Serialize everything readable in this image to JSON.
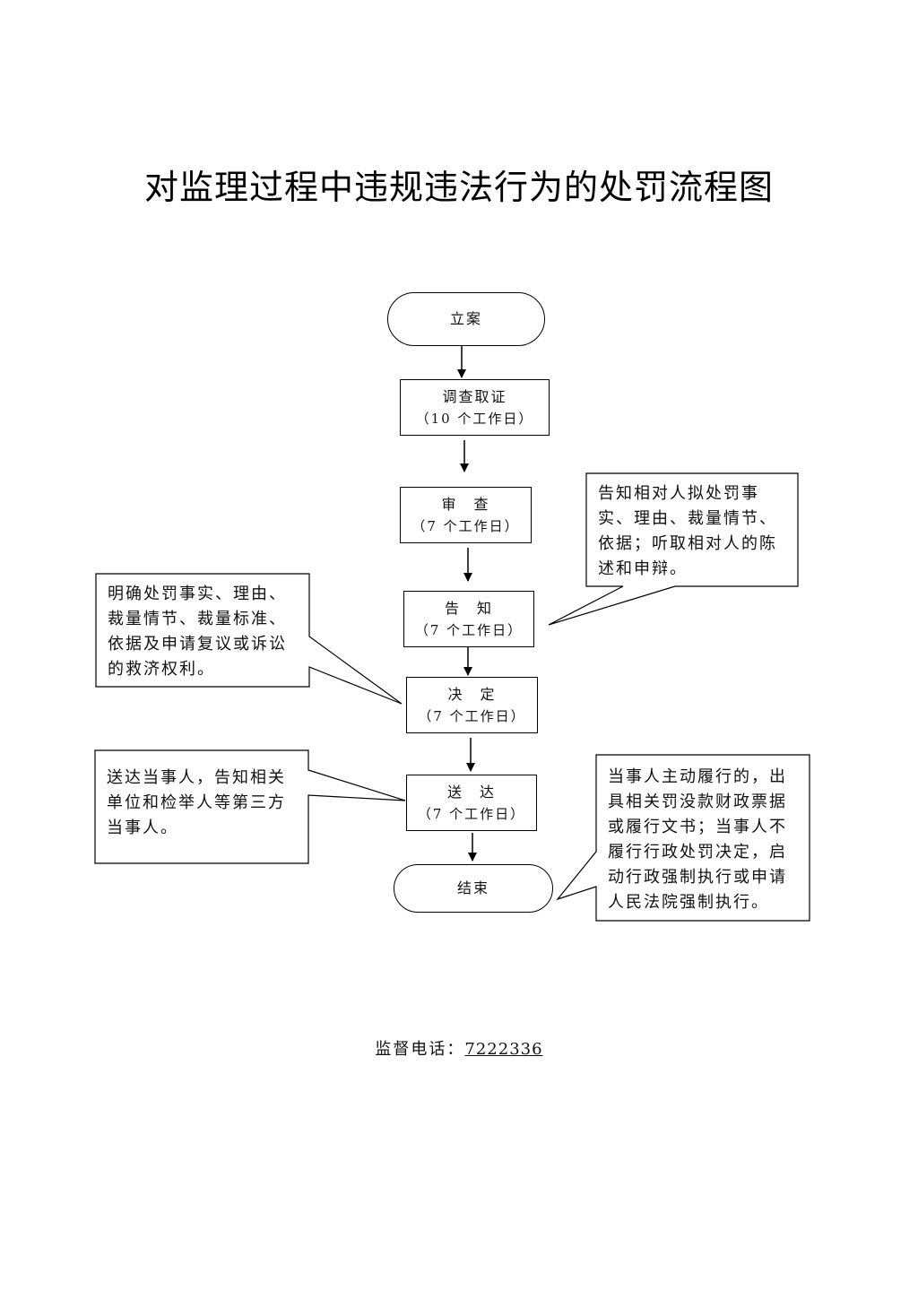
{
  "title": "对监理过程中违规违法行为的处罚流程图",
  "nodes": {
    "start": {
      "label": "立案"
    },
    "investigate": {
      "label": "调查取证",
      "duration": "（10 个工作日）"
    },
    "review": {
      "label": "审　查",
      "duration": "（7 个工作日）"
    },
    "notify": {
      "label": "告　知",
      "duration": "（7 个工作日）"
    },
    "decide": {
      "label": "决　定",
      "duration": "（7 个工作日）"
    },
    "deliver": {
      "label": "送　达",
      "duration": "（7 个工作日）"
    },
    "end": {
      "label": "结束"
    }
  },
  "callouts": {
    "notify_note": {
      "lines": [
        "告知相对人拟处罚事",
        "实、理由、裁量情节、",
        "依据；听取相对人的陈",
        "述和申辩。"
      ]
    },
    "decide_note": {
      "lines": [
        "明确处罚事实、理由、",
        "裁量情节、裁量标准、",
        "依据及申请复议或诉讼",
        "的救济权利。"
      ]
    },
    "deliver_note": {
      "lines": [
        "送达当事人，告知相关",
        "单位和检举人等第三方",
        "当事人。"
      ]
    },
    "end_note": {
      "lines": [
        "当事人主动履行的，出",
        "具相关罚没款财政票据",
        "或履行文书；当事人不",
        "履行行政处罚决定，启",
        "动行政强制执行或申请",
        "人民法院强制执行。"
      ]
    }
  },
  "footer": {
    "label": "监督电话：",
    "phone": "7222336"
  }
}
